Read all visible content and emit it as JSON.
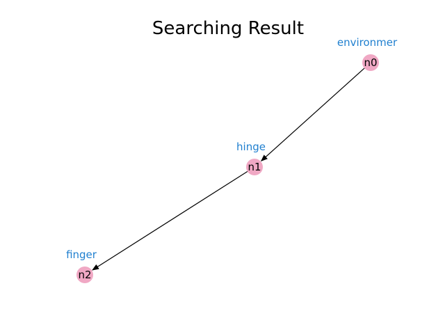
{
  "title": "Searching Result",
  "colors": {
    "node_fill": "#f0a8c4",
    "caption": "#1f7fcf",
    "edge": "#000000"
  },
  "nodes": [
    {
      "id": "n0",
      "label": "n0",
      "caption": "environmer"
    },
    {
      "id": "n1",
      "label": "n1",
      "caption": "hinge"
    },
    {
      "id": "n2",
      "label": "n2",
      "caption": "finger"
    }
  ],
  "edges": [
    {
      "from": "n0",
      "to": "n1",
      "directed": true
    },
    {
      "from": "n1",
      "to": "n2",
      "directed": true
    }
  ]
}
